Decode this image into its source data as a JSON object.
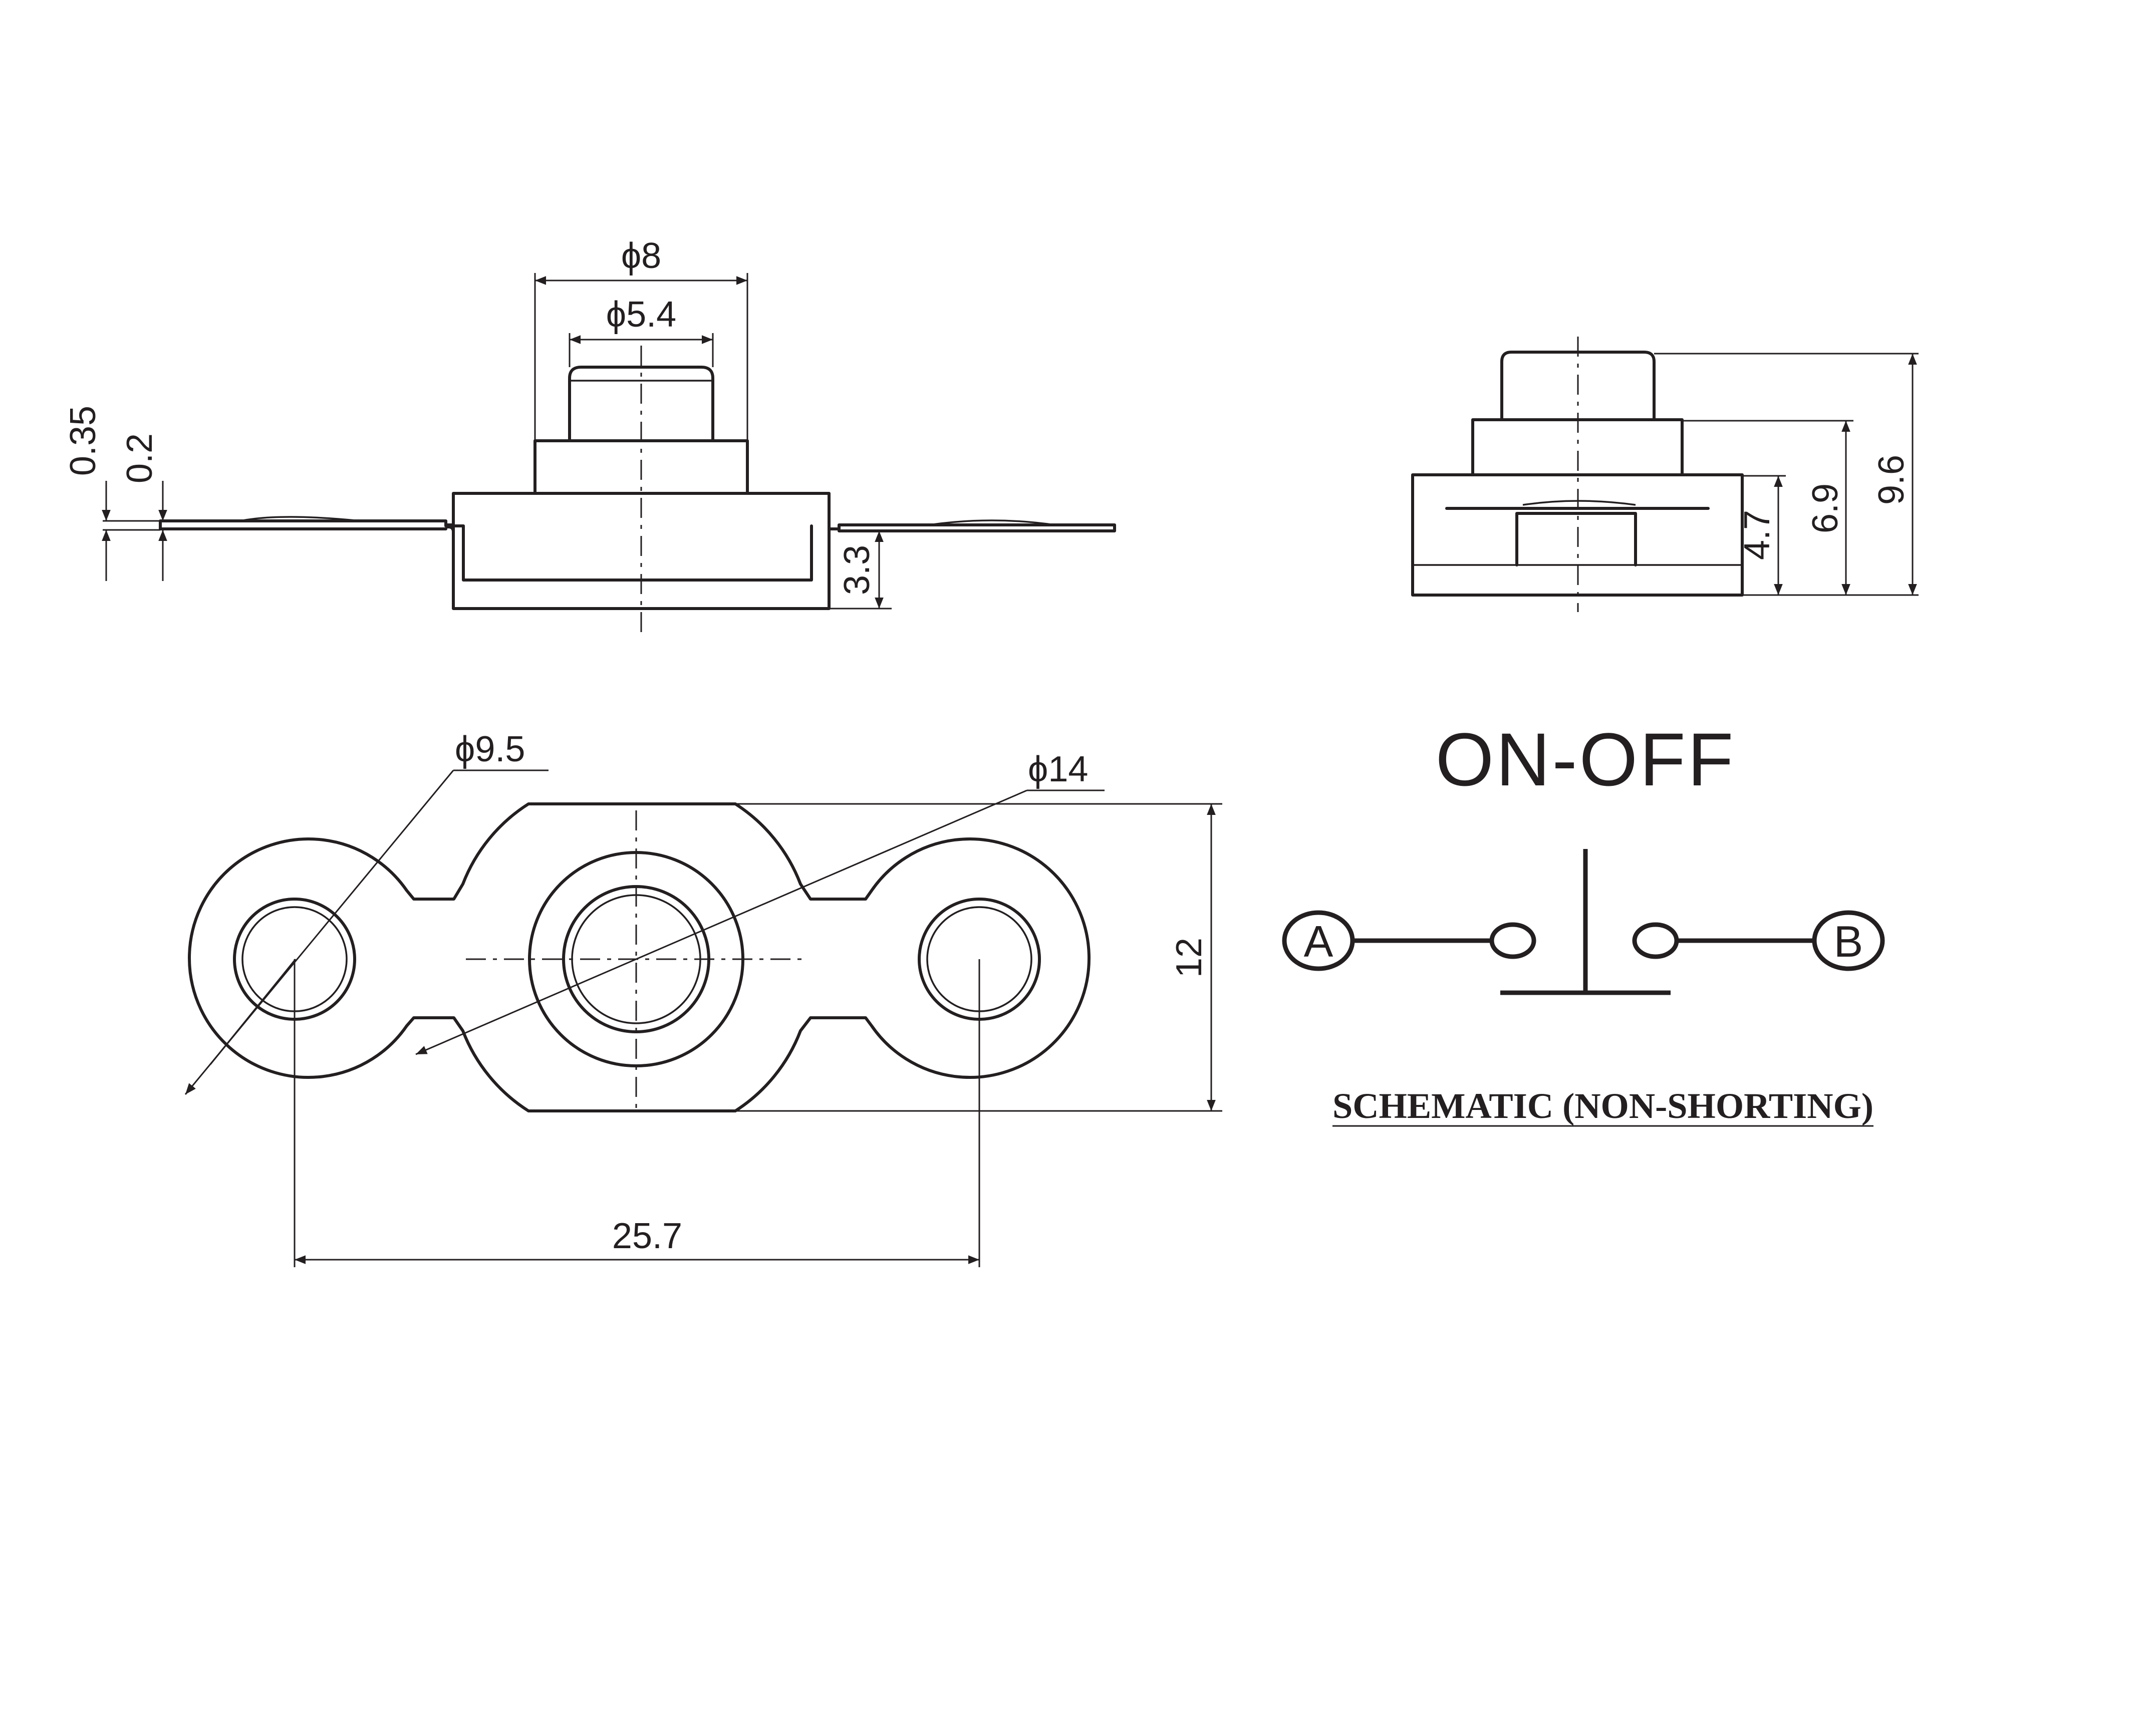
{
  "dimensions": {
    "pusher_diameter": "ϕ8",
    "button_diameter": "ϕ5.4",
    "terminal_thickness_outer": "0.35",
    "terminal_thickness_inner": "0.2",
    "base_depth": "3.3",
    "terminal_height": "4.7",
    "collar_height": "6.9",
    "overall_height": "9.6",
    "terminal_eye_diameter": "ϕ9.5",
    "body_diameter": "ϕ14",
    "body_width": "12",
    "terminal_pitch": "25.7"
  },
  "schematic": {
    "title": "ON-OFF",
    "terminal_a": "A",
    "terminal_b": "B",
    "caption": "SCHEMATIC (NON-SHORTING)"
  }
}
